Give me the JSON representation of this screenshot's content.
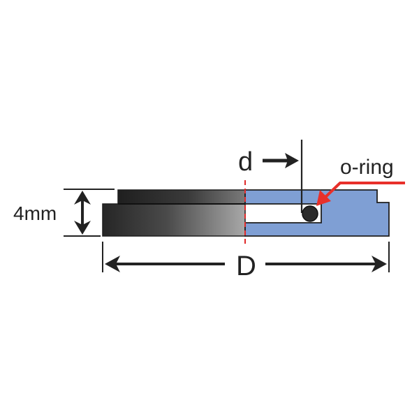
{
  "labels": {
    "small_d": "d",
    "o_ring": "o-ring",
    "thickness": "4mm",
    "big_d": "D"
  },
  "colors": {
    "background": "#ffffff",
    "section_fill": "#7f9fd4",
    "section_stroke": "#1e1e1e",
    "oring_fill": "#2b2b2b",
    "dark_metal": "#262626",
    "light_metal": "#a2a2a2",
    "centerline": "#e02a2a",
    "arrow_red": "#e8302a",
    "line": "#222222"
  },
  "icons": {
    "pointer": "red-arrow-icon",
    "dimension_arrows": "dimension-arrow-icon"
  }
}
